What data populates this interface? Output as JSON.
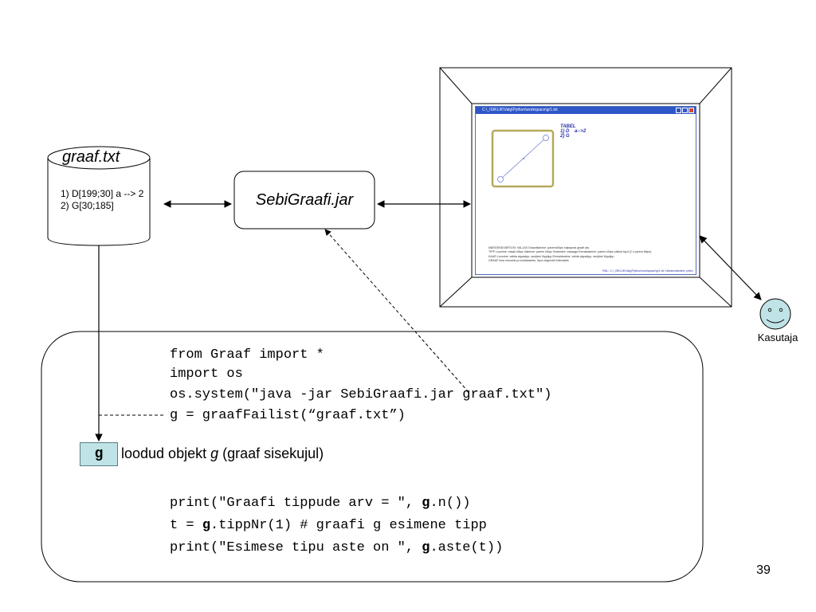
{
  "file": {
    "title": "graaf.txt",
    "lines": [
      "1) D[199;30] a --> 2",
      "2) G[30;185]"
    ]
  },
  "jar": {
    "label": "SebiGraafi.jar"
  },
  "user": {
    "label": "Kasutaja"
  },
  "screen": {
    "window_title": "C:\\_ISIKLIK\\Valg\\Python\\workspace\\gr1.txt",
    "tabel": "TABEL\n1) D    a-->2\n2) G",
    "help_lines": [
      "MÄRGENDVÄRTUSI: VALJAS  Graaviitamine:  parem/klõps nalpspeal graafi ala",
      "TIPP     Loomine: vasak klõps    Valimine:  parem klõps    Vedamine: vasaaga    Eemaldamine: parem klõps valitud tipul (2 x parem klõps)",
      "KAAR     Loomine: valida algustipp, seejärel lõpptipp    Eemaldamine: valida algustipp, seejärel lõpptipp",
      "GRAAF  lima oimuvde ja muidtaadetu, tipun ärgendid kõimulalis"
    ],
    "status": "FAIL: C:\\_ISIKLIK\\Valg\\Python\\workspace\\gr1.txt    Värskendamine: pidev"
  },
  "code": {
    "line1": "from Graaf import *",
    "line2": "import os",
    "line3": "os.system(\"java -jar SebiGraafi.jar graaf.txt\")",
    "line4": "g = graafFailist(“graaf.txt”)",
    "print1_pre": "print(\"Graafi tippude arv = \", ",
    "print1_g": "g",
    "print1_post": ".n())",
    "print2_pre": "t = ",
    "print2_g": "g",
    "print2_post": ".tippNr(1) # graafi g esimene tipp",
    "print3_pre": "print(\"Esimese tipu aste on \", ",
    "print3_g": "g",
    "print3_post": ".aste(t))"
  },
  "object": {
    "box_label": "g",
    "caption_pre": "loodud objekt ",
    "caption_var": "g",
    "caption_post": " (graaf sisekujul)"
  },
  "slide_number": "39"
}
